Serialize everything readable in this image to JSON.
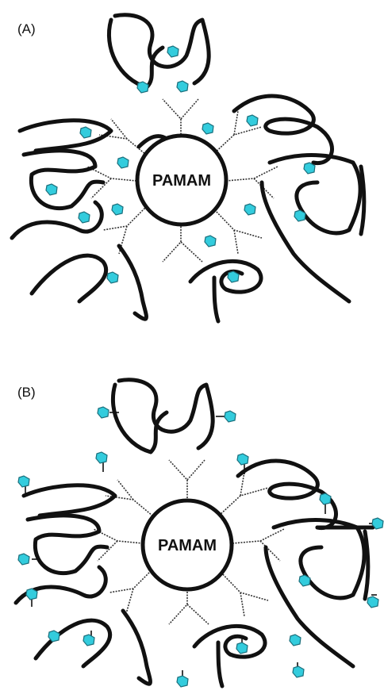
{
  "panels": [
    {
      "label": "(A)",
      "core_label": "PAMAM",
      "drug_state": "encapsulated"
    },
    {
      "label": "(B)",
      "core_label": "PAMAM",
      "drug_state": "surface-attached"
    }
  ],
  "colors": {
    "drug": "#33ccdd",
    "chain": "#111111",
    "background": "#ffffff"
  }
}
